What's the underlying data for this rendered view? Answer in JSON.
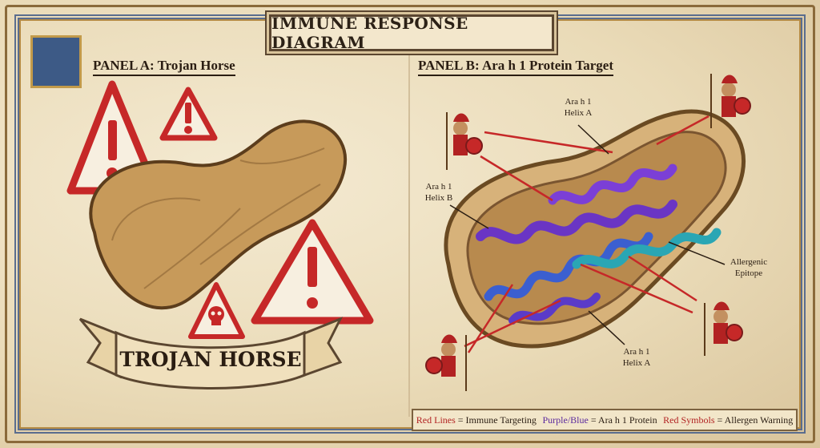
{
  "title": "IMMUNE RESPONSE DIAGRAM",
  "drop_cap_letter": "",
  "panel_a": {
    "title": "PANEL A: Trojan Horse",
    "banner": "TROJAN HORSE"
  },
  "panel_b": {
    "title": "PANEL B: Ara h 1 Protein Target",
    "labels": {
      "helix_a_top_line1": "Ara h 1",
      "helix_a_top_line2": "Helix A",
      "helix_b_line1": "Ara h 1",
      "helix_b_line2": "Helix B",
      "epitope_line1": "Allergenic",
      "epitope_line2": "Epitope",
      "helix_a_bottom_line1": "Ara h 1",
      "helix_a_bottom_line2": "Helix A"
    }
  },
  "legend": {
    "red_lines_key": "Red Lines",
    "red_lines_value": " = Immune Targeting",
    "purple_key": "Purple/Blue",
    "purple_value": " = Ara h 1 Protein",
    "symbols_key": "Red Symbols",
    "symbols_value": " = Allergen Warning"
  },
  "colors": {
    "warning_red": "#c62828",
    "helix_purple": "#6a35c4",
    "helix_blue": "#3b5fd0",
    "helix_teal": "#2aa6b4",
    "peanut_tan": "#c79a5a",
    "ink": "#2a1d12"
  },
  "icons": [
    "warning-triangle-icon",
    "skull-icon",
    "spartan-warrior-icon",
    "peanut-icon"
  ]
}
